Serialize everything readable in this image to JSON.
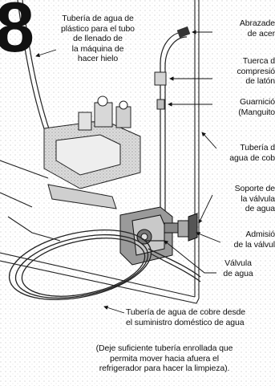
{
  "step_number": "8",
  "labels": {
    "plastic_tube": [
      "Tubería de agua de",
      "plástico para el tubo",
      "de llenado de",
      "la máquina  de",
      "hacer hielo"
    ],
    "steel_clamp": [
      "Abrazade",
      "de acer"
    ],
    "brass_nut": [
      "Tuerca d",
      "compresió",
      "de latón"
    ],
    "sleeve": [
      "Guarnició",
      "(Manguito"
    ],
    "copper_tube": [
      "Tubería d",
      "agua de cob"
    ],
    "valve_bracket": [
      "Soporte de",
      "la válvula",
      "de agua"
    ],
    "valve_inlet": [
      "Admisió",
      "de la válvul"
    ],
    "water_valve": [
      "Válvula",
      "de agua"
    ],
    "household_supply": [
      "Tubería de agua de cobre desde",
      "el suministro doméstico de agua"
    ],
    "note": [
      "(Deje suficiente tubería enrollada que",
      "permita mover hacia afuera el",
      "refrigerador para hacer la limpieza)."
    ]
  }
}
